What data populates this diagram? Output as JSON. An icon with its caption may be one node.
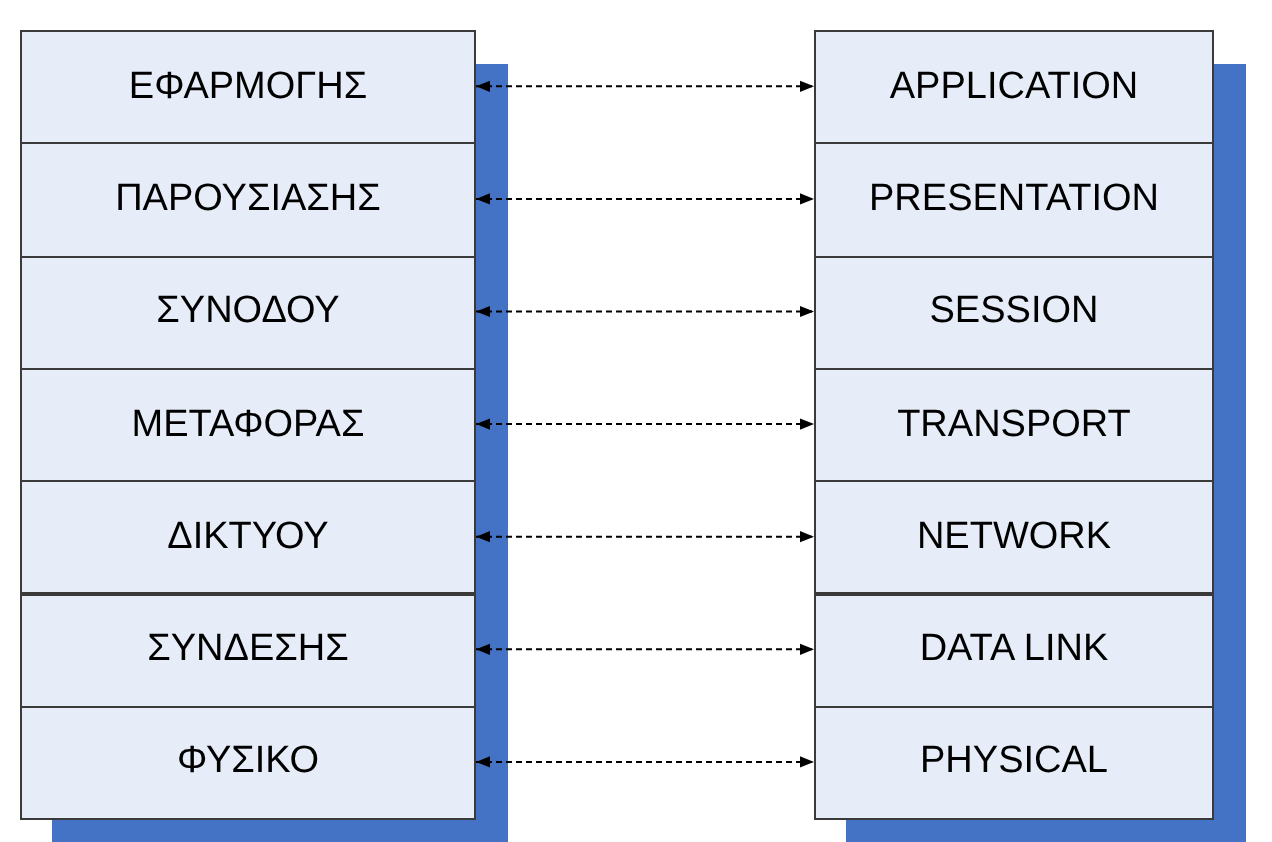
{
  "diagram": {
    "nodes": [
      {
        "text": [
          "ΕΦΑΡΜΟΓΗΣ"
        ]
      },
      {
        "text": [
          "ΠΑΡΟΥΣΙΑΣΗΣ"
        ]
      },
      {
        "text": [
          "ΣΥΝΟΔΟΥ"
        ]
      },
      {
        "text": [
          "ΜΕΤΑΦΟΡΑΣ"
        ]
      },
      {
        "text": [
          "ΔΙΚΤΥΟΥ"
        ]
      },
      {
        "text": [
          "ΣΥΝΔΕΣΗΣ"
        ]
      },
      {
        "text": [
          "ΦΥΣΙΚΟ"
        ]
      },
      {
        "text": [
          "APPLICATION"
        ]
      },
      {
        "text": [
          "PRESENTATION"
        ]
      },
      {
        "text": [
          "SESSION"
        ]
      },
      {
        "text": [
          "TRANSPORT"
        ]
      },
      {
        "text": [
          "NETWORK"
        ]
      },
      {
        "text": [
          "DATA LINK"
        ]
      },
      {
        "text": [
          "PHYSICAL"
        ]
      }
    ],
    "edges": [
      {
        "from": 0,
        "to": 7,
        "arrow": "both",
        "style": "dashed"
      },
      {
        "from": 1,
        "to": 8,
        "arrow": "both",
        "style": "dashed"
      },
      {
        "from": 2,
        "to": 9,
        "arrow": "both",
        "style": "dashed"
      },
      {
        "from": 3,
        "to": 10,
        "arrow": "both",
        "style": "dashed"
      },
      {
        "from": 4,
        "to": 11,
        "arrow": "both",
        "style": "dashed"
      },
      {
        "from": 5,
        "to": 12,
        "arrow": "both",
        "style": "dashed"
      },
      {
        "from": 6,
        "to": 13,
        "arrow": "both",
        "style": "dashed"
      }
    ]
  }
}
